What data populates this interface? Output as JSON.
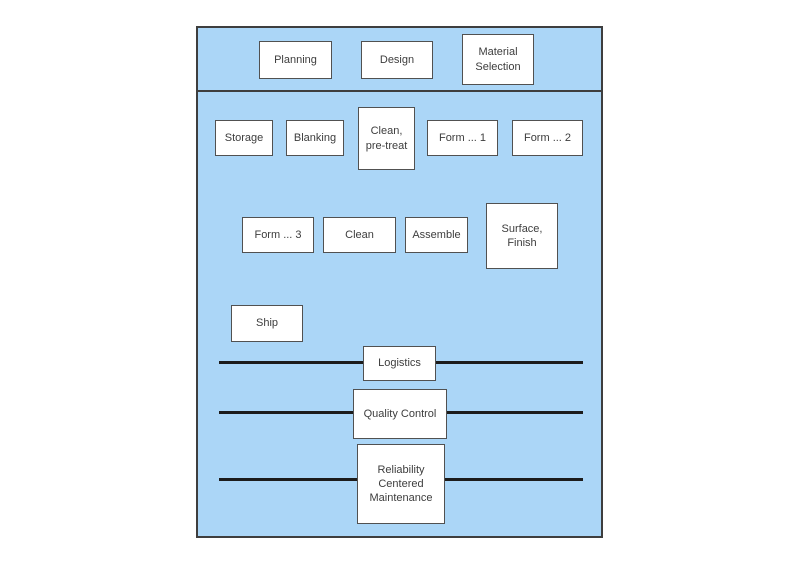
{
  "colors": {
    "band_fill": "#ABD6F7",
    "frame_border": "#3E3E3E",
    "node_fill": "#FFFFFF",
    "node_border": "#515151",
    "lane_line": "#1C1C1C",
    "text": "#3D3D3D"
  },
  "phase_row": {
    "boxes": [
      {
        "label": "Planning"
      },
      {
        "label": "Design"
      },
      {
        "label": "Material Selection"
      }
    ]
  },
  "production": {
    "row1": [
      {
        "label": "Storage"
      },
      {
        "label": "Blanking"
      },
      {
        "label": "Clean, pre-treat"
      },
      {
        "label": "Form ... 1"
      },
      {
        "label": "Form ... 2"
      }
    ],
    "row2": [
      {
        "label": "Form ... 3"
      },
      {
        "label": "Clean"
      },
      {
        "label": "Assemble"
      },
      {
        "label": "Surface, Finish"
      }
    ],
    "row3": [
      {
        "label": "Ship"
      }
    ]
  },
  "support_lanes": [
    {
      "label": "Logistics"
    },
    {
      "label": "Quality Control"
    },
    {
      "label": "Reliability Centered Maintenance"
    }
  ]
}
